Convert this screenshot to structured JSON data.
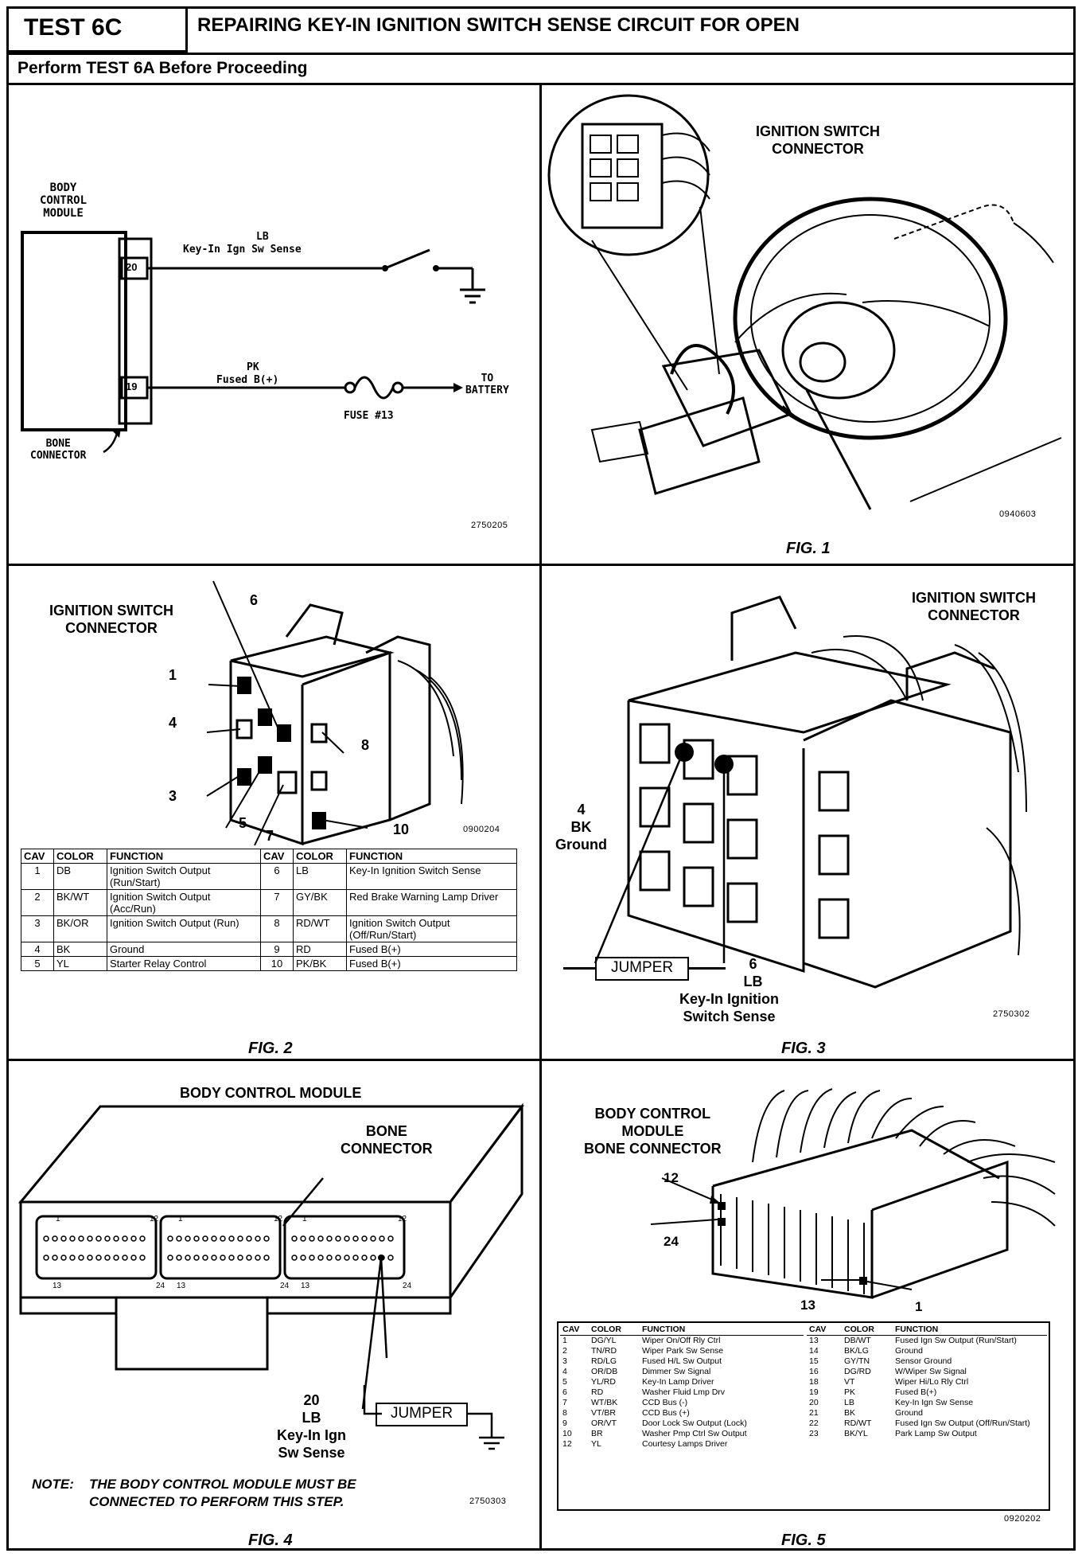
{
  "header": {
    "test_id": "TEST 6C",
    "title": "REPAIRING KEY-IN IGNITION SWITCH SENSE CIRCUIT FOR OPEN",
    "subtitle": "Perform TEST 6A Before Proceeding"
  },
  "schematic": {
    "module_label": [
      "BODY",
      "CONTROL",
      "MODULE"
    ],
    "pin_20": "20",
    "pin_19": "19",
    "wire1_color": "LB",
    "wire1_name": "Key-In Ign Sw Sense",
    "wire2_color": "PK",
    "wire2_name": "Fused B(+)",
    "fuse_label": "FUSE #13",
    "battery_label": [
      "TO",
      "BATTERY"
    ],
    "connector_label": [
      "BONE",
      "CONNECTOR"
    ],
    "ref": "2750205"
  },
  "fig1": {
    "caption": "FIG. 1",
    "label": [
      "IGNITION SWITCH",
      "CONNECTOR"
    ],
    "ref": "0940603"
  },
  "fig2": {
    "caption": "FIG. 2",
    "label": [
      "IGNITION SWITCH",
      "CONNECTOR"
    ],
    "ref": "0900204",
    "callouts": [
      "1",
      "4",
      "3",
      "5",
      "6",
      "7",
      "8",
      "10"
    ],
    "headers": [
      "CAV",
      "COLOR",
      "FUNCTION",
      "CAV",
      "COLOR",
      "FUNCTION"
    ],
    "rows": [
      {
        "cav": "1",
        "color": "DB",
        "function": "Ignition Switch Output (Run/Start)",
        "cav2": "6",
        "color2": "LB",
        "function2": "Key-In Ignition Switch Sense"
      },
      {
        "cav": "2",
        "color": "BK/WT",
        "function": "Ignition Switch Output (Acc/Run)",
        "cav2": "7",
        "color2": "GY/BK",
        "function2": "Red Brake Warning Lamp Driver"
      },
      {
        "cav": "3",
        "color": "BK/OR",
        "function": "Ignition Switch Output (Run)",
        "cav2": "8",
        "color2": "RD/WT",
        "function2": "Ignition Switch Output (Off/Run/Start)"
      },
      {
        "cav": "4",
        "color": "BK",
        "function": "Ground",
        "cav2": "9",
        "color2": "RD",
        "function2": "Fused B(+)"
      },
      {
        "cav": "5",
        "color": "YL",
        "function": "Starter Relay Control",
        "cav2": "10",
        "color2": "PK/BK",
        "function2": "Fused B(+)"
      }
    ]
  },
  "fig3": {
    "caption": "FIG. 3",
    "label": [
      "IGNITION SWITCH",
      "CONNECTOR"
    ],
    "cav4": [
      "4",
      "BK",
      "Ground"
    ],
    "jumper": "JUMPER",
    "cav6": [
      "6",
      "LB",
      "Key-In Ignition",
      "Switch Sense"
    ],
    "ref": "2750302"
  },
  "fig4": {
    "caption": "FIG. 4",
    "title": "BODY CONTROL MODULE",
    "connector_label": [
      "BONE",
      "CONNECTOR"
    ],
    "pin_numbers_top": [
      "1",
      "12",
      "1",
      "12",
      "1",
      "12"
    ],
    "pin_numbers_bottom": [
      "13",
      "24",
      "13",
      "24",
      "13",
      "24"
    ],
    "cav20": [
      "20",
      "LB",
      "Key-In Ign",
      "Sw Sense"
    ],
    "jumper": "JUMPER",
    "note_label": "NOTE:",
    "note_text": [
      "THE BODY CONTROL MODULE MUST BE",
      "CONNECTED TO PERFORM THIS STEP."
    ],
    "ref": "2750303"
  },
  "fig5": {
    "caption": "FIG. 5",
    "label": [
      "BODY CONTROL",
      "MODULE",
      "BONE CONNECTOR"
    ],
    "callouts": [
      "12",
      "24",
      "13",
      "1"
    ],
    "ref": "0920202",
    "headers": [
      "CAV",
      "COLOR",
      "FUNCTION",
      "CAV",
      "COLOR",
      "FUNCTION"
    ],
    "left_rows": [
      {
        "cav": "1",
        "color": "DG/YL",
        "function": "Wiper On/Off Rly Ctrl"
      },
      {
        "cav": "2",
        "color": "TN/RD",
        "function": "Wiper Park Sw Sense"
      },
      {
        "cav": "3",
        "color": "RD/LG",
        "function": "Fused H/L Sw Output"
      },
      {
        "cav": "4",
        "color": "OR/DB",
        "function": "Dimmer Sw Signal"
      },
      {
        "cav": "5",
        "color": "YL/RD",
        "function": "Key-In Lamp Driver"
      },
      {
        "cav": "6",
        "color": "RD",
        "function": "Washer Fluid Lmp Drv"
      },
      {
        "cav": "7",
        "color": "WT/BK",
        "function": "CCD Bus (-)"
      },
      {
        "cav": "8",
        "color": "VT/BR",
        "function": "CCD Bus (+)"
      },
      {
        "cav": "9",
        "color": "OR/VT",
        "function": "Door Lock Sw Output (Lock)"
      },
      {
        "cav": "10",
        "color": "BR",
        "function": "Washer Pmp Ctrl Sw Output"
      },
      {
        "cav": "12",
        "color": "YL",
        "function": "Courtesy Lamps Driver"
      }
    ],
    "right_rows": [
      {
        "cav": "13",
        "color": "DB/WT",
        "function": "Fused Ign Sw Output (Run/Start)"
      },
      {
        "cav": "14",
        "color": "BK/LG",
        "function": "Ground"
      },
      {
        "cav": "15",
        "color": "GY/TN",
        "function": "Sensor Ground"
      },
      {
        "cav": "16",
        "color": "DG/RD",
        "function": "W/Wiper Sw Signal"
      },
      {
        "cav": "18",
        "color": "VT",
        "function": "Wiper Hi/Lo Rly Ctrl"
      },
      {
        "cav": "19",
        "color": "PK",
        "function": "Fused B(+)"
      },
      {
        "cav": "20",
        "color": "LB",
        "function": "Key-In Ign Sw Sense"
      },
      {
        "cav": "21",
        "color": "BK",
        "function": "Ground"
      },
      {
        "cav": "22",
        "color": "RD/WT",
        "function": "Fused Ign Sw Output (Off/Run/Start)"
      },
      {
        "cav": "23",
        "color": "BK/YL",
        "function": "Park Lamp Sw Output"
      }
    ]
  }
}
